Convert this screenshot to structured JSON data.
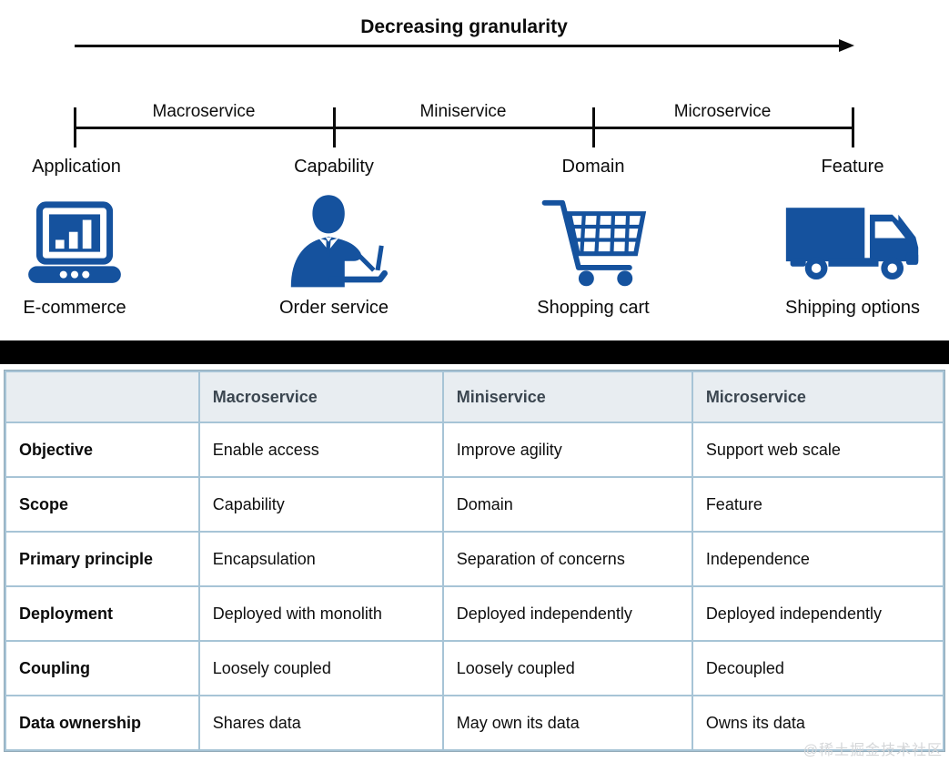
{
  "diagram": {
    "title": "Decreasing granularity",
    "scale": {
      "segments": [
        "Macroservice",
        "Miniservice",
        "Microservice"
      ],
      "ticks": [
        "Application",
        "Capability",
        "Domain",
        "Feature"
      ]
    },
    "examples": [
      {
        "icon": "laptop-chart-icon",
        "label": "E-commerce"
      },
      {
        "icon": "person-laptop-icon",
        "label": "Order service"
      },
      {
        "icon": "shopping-cart-icon",
        "label": "Shopping cart"
      },
      {
        "icon": "delivery-truck-icon",
        "label": "Shipping options"
      }
    ]
  },
  "table": {
    "headers": [
      "",
      "Macroservice",
      "Miniservice",
      "Microservice"
    ],
    "rows": [
      {
        "label": "Objective",
        "values": [
          "Enable access",
          "Improve agility",
          "Support web scale"
        ]
      },
      {
        "label": "Scope",
        "values": [
          "Capability",
          "Domain",
          "Feature"
        ]
      },
      {
        "label": "Primary principle",
        "values": [
          "Encapsulation",
          "Separation of concerns",
          "Independence"
        ]
      },
      {
        "label": "Deployment",
        "values": [
          "Deployed with monolith",
          "Deployed independently",
          "Deployed independently"
        ]
      },
      {
        "label": "Coupling",
        "values": [
          "Loosely coupled",
          "Loosely coupled",
          "Decoupled"
        ]
      },
      {
        "label": "Data ownership",
        "values": [
          "Shares data",
          "May own its data",
          "Owns its data"
        ]
      }
    ]
  },
  "watermark": "@稀土掘金技术社区",
  "colors": {
    "icon_blue": "#15529e",
    "table_border": "#a7c4d6",
    "header_bg": "#e8edf1",
    "header_text": "#3b4650",
    "separator_black": "#000000"
  }
}
